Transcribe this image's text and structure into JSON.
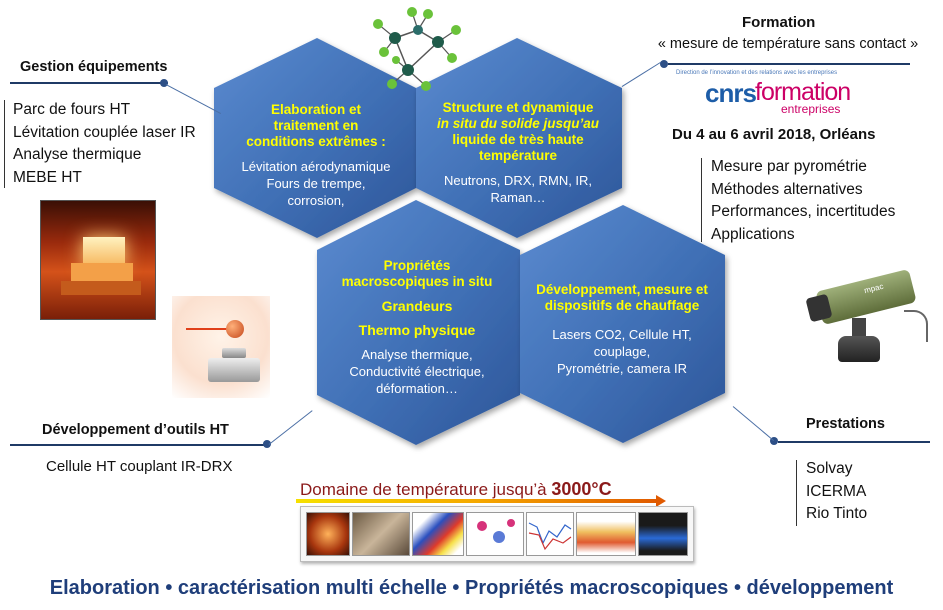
{
  "hexagons": [
    {
      "title_lines": [
        "Elaboration  et",
        "traitement en",
        "conditions extrêmes :"
      ],
      "body_lines": [
        "Lévitation aérodynamique",
        "Fours de trempe,",
        "corrosion,"
      ]
    },
    {
      "title_lines": [
        "Structure et dynamique",
        "in situ du  solide jusqu’au",
        "liquide  de très haute",
        "température"
      ],
      "body_lines": [
        "Neutrons, DRX, RMN, IR,",
        "Raman…"
      ]
    },
    {
      "title_lines": [
        "Propriétés",
        "macroscopiques  in situ",
        "Grandeurs",
        "Thermo physique"
      ],
      "body_lines": [
        "Analyse thermique,",
        "Conductivité électrique,",
        "déformation…"
      ]
    },
    {
      "title_lines": [
        "Développement, mesure et",
        "dispositifs  de chauffage"
      ],
      "body_lines": [
        "Lasers CO2, Cellule HT,",
        "couplage,",
        "Pyrométrie,  camera IR"
      ]
    }
  ],
  "gestion": {
    "title": "Gestion équipements",
    "items": [
      "Parc de fours HT",
      "Lévitation couplée laser IR",
      "Analyse thermique",
      "MEBE HT"
    ]
  },
  "formation": {
    "title": "Formation",
    "subtitle": "« mesure de température sans contact »",
    "cnrs_tagline": "Direction de l’innovation et des relations avec les entreprises",
    "cnrs_brand_a": "cnrs",
    "cnrs_brand_b": "formation",
    "cnrs_brand_c": "entreprises",
    "date": "Du 4 au 6 avril 2018, Orléans",
    "items": [
      "Mesure par pyrométrie",
      "Méthodes alternatives",
      "Performances, incertitudes",
      "Applications"
    ]
  },
  "outils": {
    "title": "Développement d’outils HT",
    "item": "Cellule HT couplant IR-DRX"
  },
  "prestations": {
    "title": "Prestations",
    "items": [
      "Solvay",
      "ICERMA",
      "Rio Tinto"
    ]
  },
  "domaine": {
    "label": "Domaine de température jusqu’à ",
    "value": "3000°C"
  },
  "footer": "Elaboration • caractérisation multi échelle • Propriétés macroscopiques • développement",
  "camera_brand": "mpac",
  "colors": {
    "hex_fill": "#3f6fb5",
    "hex_title": "#ffff00",
    "footer": "#1f3e7a",
    "domaine_text": "#8b1a1a",
    "cnrs_blue": "#1d5da8",
    "cnrs_pink": "#cc0066"
  }
}
